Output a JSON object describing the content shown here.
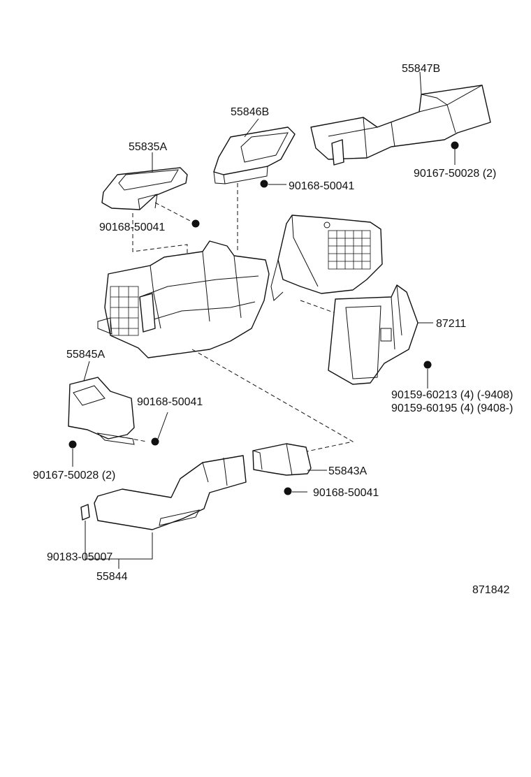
{
  "labels": {
    "p55847B": "55847B",
    "p55846B": "55846B",
    "p55835A": "55835A",
    "p90168_top": "90168-50041",
    "p90167_top": "90167-50028 (2)",
    "p90168_left": "90168-50041",
    "p87211": "87211",
    "p55845A": "55845A",
    "p90168_mid": "90168-50041",
    "p90159_a": "90159-60213 (4) (-9408)",
    "p90159_b": "90159-60195 (4) (9408-)",
    "p90167_left": "90167-50028 (2)",
    "p55843A": "55843A",
    "p90168_bot": "90168-50041",
    "p90183": "90183-05007",
    "p55844": "55844",
    "ref": "871842"
  }
}
